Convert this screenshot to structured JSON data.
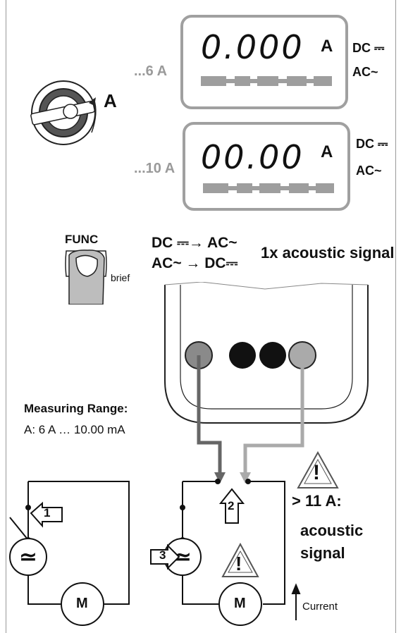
{
  "displays": [
    {
      "range_label": "...6 A",
      "reading": "0.000",
      "unit": "A",
      "mode_dc": "DC ⎓",
      "mode_ac": "AC~"
    },
    {
      "range_label": "...10 A",
      "reading": "00.00",
      "unit": "A",
      "mode_dc": "DC ⎓",
      "mode_ac": "AC~"
    }
  ],
  "rotary_switch": {
    "position_label": "A"
  },
  "func_key": {
    "label": "FUNC",
    "press_label": "brief"
  },
  "toggle": {
    "line1": "DC ⎓→  AC~",
    "line2": "AC~ →  DC⎓",
    "signal_label": "1x acoustic signal"
  },
  "measuring_range": {
    "title": "Measuring Range:",
    "value": "A: 6 A … 10.00 mA"
  },
  "steps": [
    "1",
    "2",
    "3"
  ],
  "warning": {
    "threshold": "> 11 A:",
    "line1": "acoustic",
    "line2": "signal",
    "symbol": "!"
  },
  "current_label": "Current",
  "motor_label": "M",
  "colors": {
    "frame": "#999999",
    "lcd_border": "#a0a0a0",
    "lead_dark": "#666666",
    "lead_light": "#aaaaaa"
  }
}
